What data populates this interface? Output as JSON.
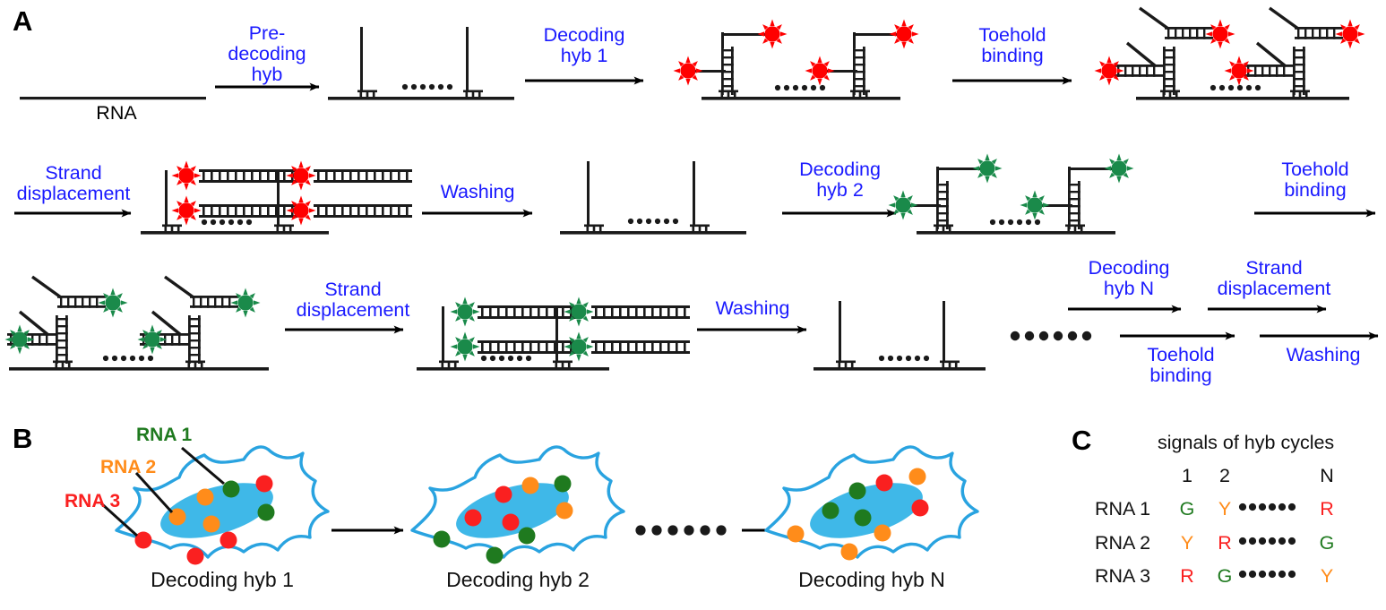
{
  "figure": {
    "panels": [
      "A",
      "B",
      "C"
    ]
  },
  "panelA": {
    "letter": "A",
    "start_label": "RNA",
    "steps": [
      {
        "id": "pre-decoding-hyb",
        "label": "Pre-\ndecoding\nhyb"
      },
      {
        "id": "decoding-hyb-1",
        "label": "Decoding\nhyb 1"
      },
      {
        "id": "toehold-binding-1",
        "label": "Toehold\nbinding"
      },
      {
        "id": "strand-displacement-1",
        "label": "Strand\ndisplacement"
      },
      {
        "id": "washing-1",
        "label": "Washing"
      },
      {
        "id": "decoding-hyb-2",
        "label": "Decoding\nhyb 2"
      },
      {
        "id": "toehold-binding-2",
        "label": "Toehold\nbinding"
      },
      {
        "id": "strand-displacement-2",
        "label": "Strand\ndisplacement"
      },
      {
        "id": "washing-2",
        "label": "Washing"
      },
      {
        "id": "decoding-hyb-n",
        "label": "Decoding\nhyb N"
      },
      {
        "id": "toehold-binding-n",
        "label": "Toehold\nbinding"
      },
      {
        "id": "strand-displacement-n",
        "label": "Strand\ndisplacement"
      },
      {
        "id": "washing-n",
        "label": "Washing"
      }
    ],
    "step_labels": {
      "pre_decoding_hyb": "Pre-\ndecoding\nhyb",
      "decoding_hyb_1": "Decoding\nhyb 1",
      "toehold_binding_1": "Toehold\nbinding",
      "strand_displacement_1": "Strand\ndisplacement",
      "washing_1": "Washing",
      "decoding_hyb_2": "Decoding\nhyb 2",
      "toehold_binding_2": "Toehold\nbinding",
      "strand_displacement_2": "Strand\ndisplacement",
      "washing_2": "Washing",
      "decoding_hyb_n": "Decoding\nhyb N",
      "toehold_binding_n": "Toehold\nbinding",
      "strand_displacement_n": "Strand\ndisplacement",
      "washing_n": "Washing"
    },
    "fluorophore_cycle_1_color": "#ff0000",
    "fluorophore_cycle_2_color": "#1a8a4a"
  },
  "panelB": {
    "letter": "B",
    "rna_tags": [
      {
        "label": "RNA 1",
        "color": "#1f7a1f"
      },
      {
        "label": "RNA 2",
        "color": "#ff8c1a"
      },
      {
        "label": "RNA 3",
        "color": "#fa2020"
      }
    ],
    "cells": [
      {
        "caption": "Decoding hyb 1"
      },
      {
        "caption": "Decoding hyb 2"
      },
      {
        "caption": "Decoding hyb N"
      }
    ],
    "membrane_color": "#29a3e0",
    "nucleus_color": "#3fb8e8",
    "ellipsis": "••••••"
  },
  "panelC": {
    "letter": "C",
    "title": "signals of hyb cycles",
    "columns": [
      "1",
      "2",
      "",
      "N"
    ],
    "ellipsis": "••••••",
    "rows": [
      {
        "name": "RNA 1",
        "codes": [
          {
            "text": "G",
            "color": "#1f7a1f"
          },
          {
            "text": "Y",
            "color": "#ff8c1a"
          },
          {
            "text": "R",
            "color": "#fa2020"
          }
        ]
      },
      {
        "name": "RNA 2",
        "codes": [
          {
            "text": "Y",
            "color": "#ff8c1a"
          },
          {
            "text": "R",
            "color": "#fa2020"
          },
          {
            "text": "G",
            "color": "#1f7a1f"
          }
        ]
      },
      {
        "name": "RNA 3",
        "codes": [
          {
            "text": "R",
            "color": "#fa2020"
          },
          {
            "text": "G",
            "color": "#1f7a1f"
          },
          {
            "text": "Y",
            "color": "#ff8c1a"
          }
        ]
      }
    ],
    "code_colors": {
      "G": "#1f7a1f",
      "Y": "#ff8c1a",
      "R": "#fa2020"
    }
  },
  "colors": {
    "arrow_label": "#1a1aff",
    "red_fluor": "#ff0000",
    "green_fluor": "#1a8a4a",
    "strand": "#1a1a1a",
    "cell_membrane": "#29a3e0",
    "nucleus": "#3fb8e8"
  }
}
